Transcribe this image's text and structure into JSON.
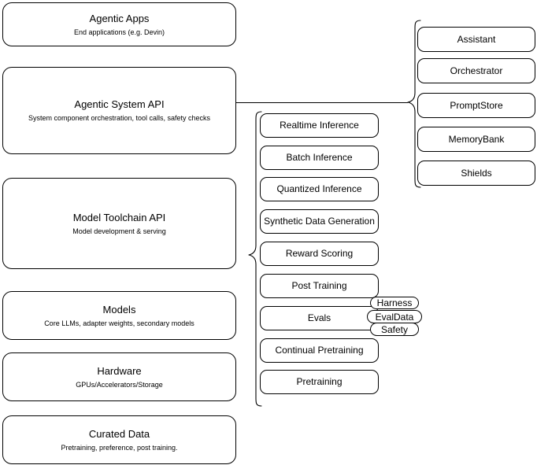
{
  "diagram": {
    "type": "layered-architecture-diagram",
    "background_color": "#ffffff",
    "stroke_color": "#000000"
  },
  "layers": [
    {
      "name": "agentic-apps",
      "title": "Agentic Apps",
      "subtitle": "End applications (e.g. Devin)"
    },
    {
      "name": "agentic-system-api",
      "title": "Agentic System API",
      "subtitle": "System component orchestration, tool calls, safety checks"
    },
    {
      "name": "model-toolchain-api",
      "title": "Model Toolchain API",
      "subtitle": "Model development & serving"
    },
    {
      "name": "models",
      "title": "Models",
      "subtitle": "Core LLMs, adapter weights, secondary models"
    },
    {
      "name": "hardware",
      "title": "Hardware",
      "subtitle": "GPUs/Accelerators/Storage"
    },
    {
      "name": "curated-data",
      "title": "Curated Data",
      "subtitle": "Pretraining, preference, post training."
    }
  ],
  "toolchain_components": [
    {
      "name": "realtime-inference",
      "title": "Realtime Inference"
    },
    {
      "name": "batch-inference",
      "title": "Batch Inference"
    },
    {
      "name": "quantized-inference",
      "title": "Quantized Inference"
    },
    {
      "name": "synthetic-data-generation",
      "title": "Synthetic Data Generation"
    },
    {
      "name": "reward-scoring",
      "title": "Reward Scoring"
    },
    {
      "name": "post-training",
      "title": "Post Training"
    },
    {
      "name": "evals",
      "title": "Evals"
    },
    {
      "name": "continual-pretraining",
      "title": "Continual Pretraining"
    },
    {
      "name": "pretraining",
      "title": "Pretraining"
    }
  ],
  "evals_subcomponents": [
    {
      "name": "harness",
      "title": "Harness"
    },
    {
      "name": "evaldata",
      "title": "EvalData"
    },
    {
      "name": "safety",
      "title": "Safety"
    }
  ],
  "system_components": [
    {
      "name": "assistant",
      "title": "Assistant"
    },
    {
      "name": "orchestrator",
      "title": "Orchestrator"
    },
    {
      "name": "promptstore",
      "title": "PromptStore"
    },
    {
      "name": "memorybank",
      "title": "MemoryBank"
    },
    {
      "name": "shields",
      "title": "Shields"
    }
  ]
}
